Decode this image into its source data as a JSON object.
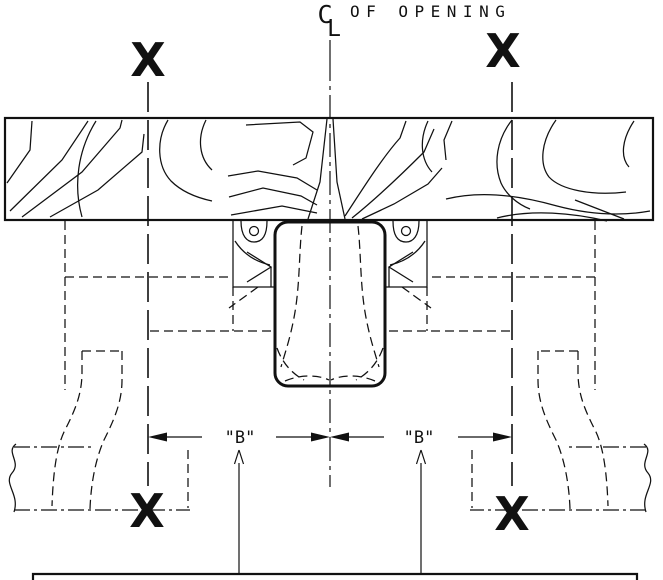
{
  "drawing": {
    "cl_symbol": {
      "c": "C",
      "l": "L"
    },
    "opening_label": "OF OPENING",
    "x_markers": [
      "X",
      "X",
      "X",
      "X"
    ],
    "dim_label_left": "\"B\"",
    "dim_label_right": "\"B\"",
    "colors": {
      "ink": "#111111",
      "paper": "#ffffff"
    }
  }
}
